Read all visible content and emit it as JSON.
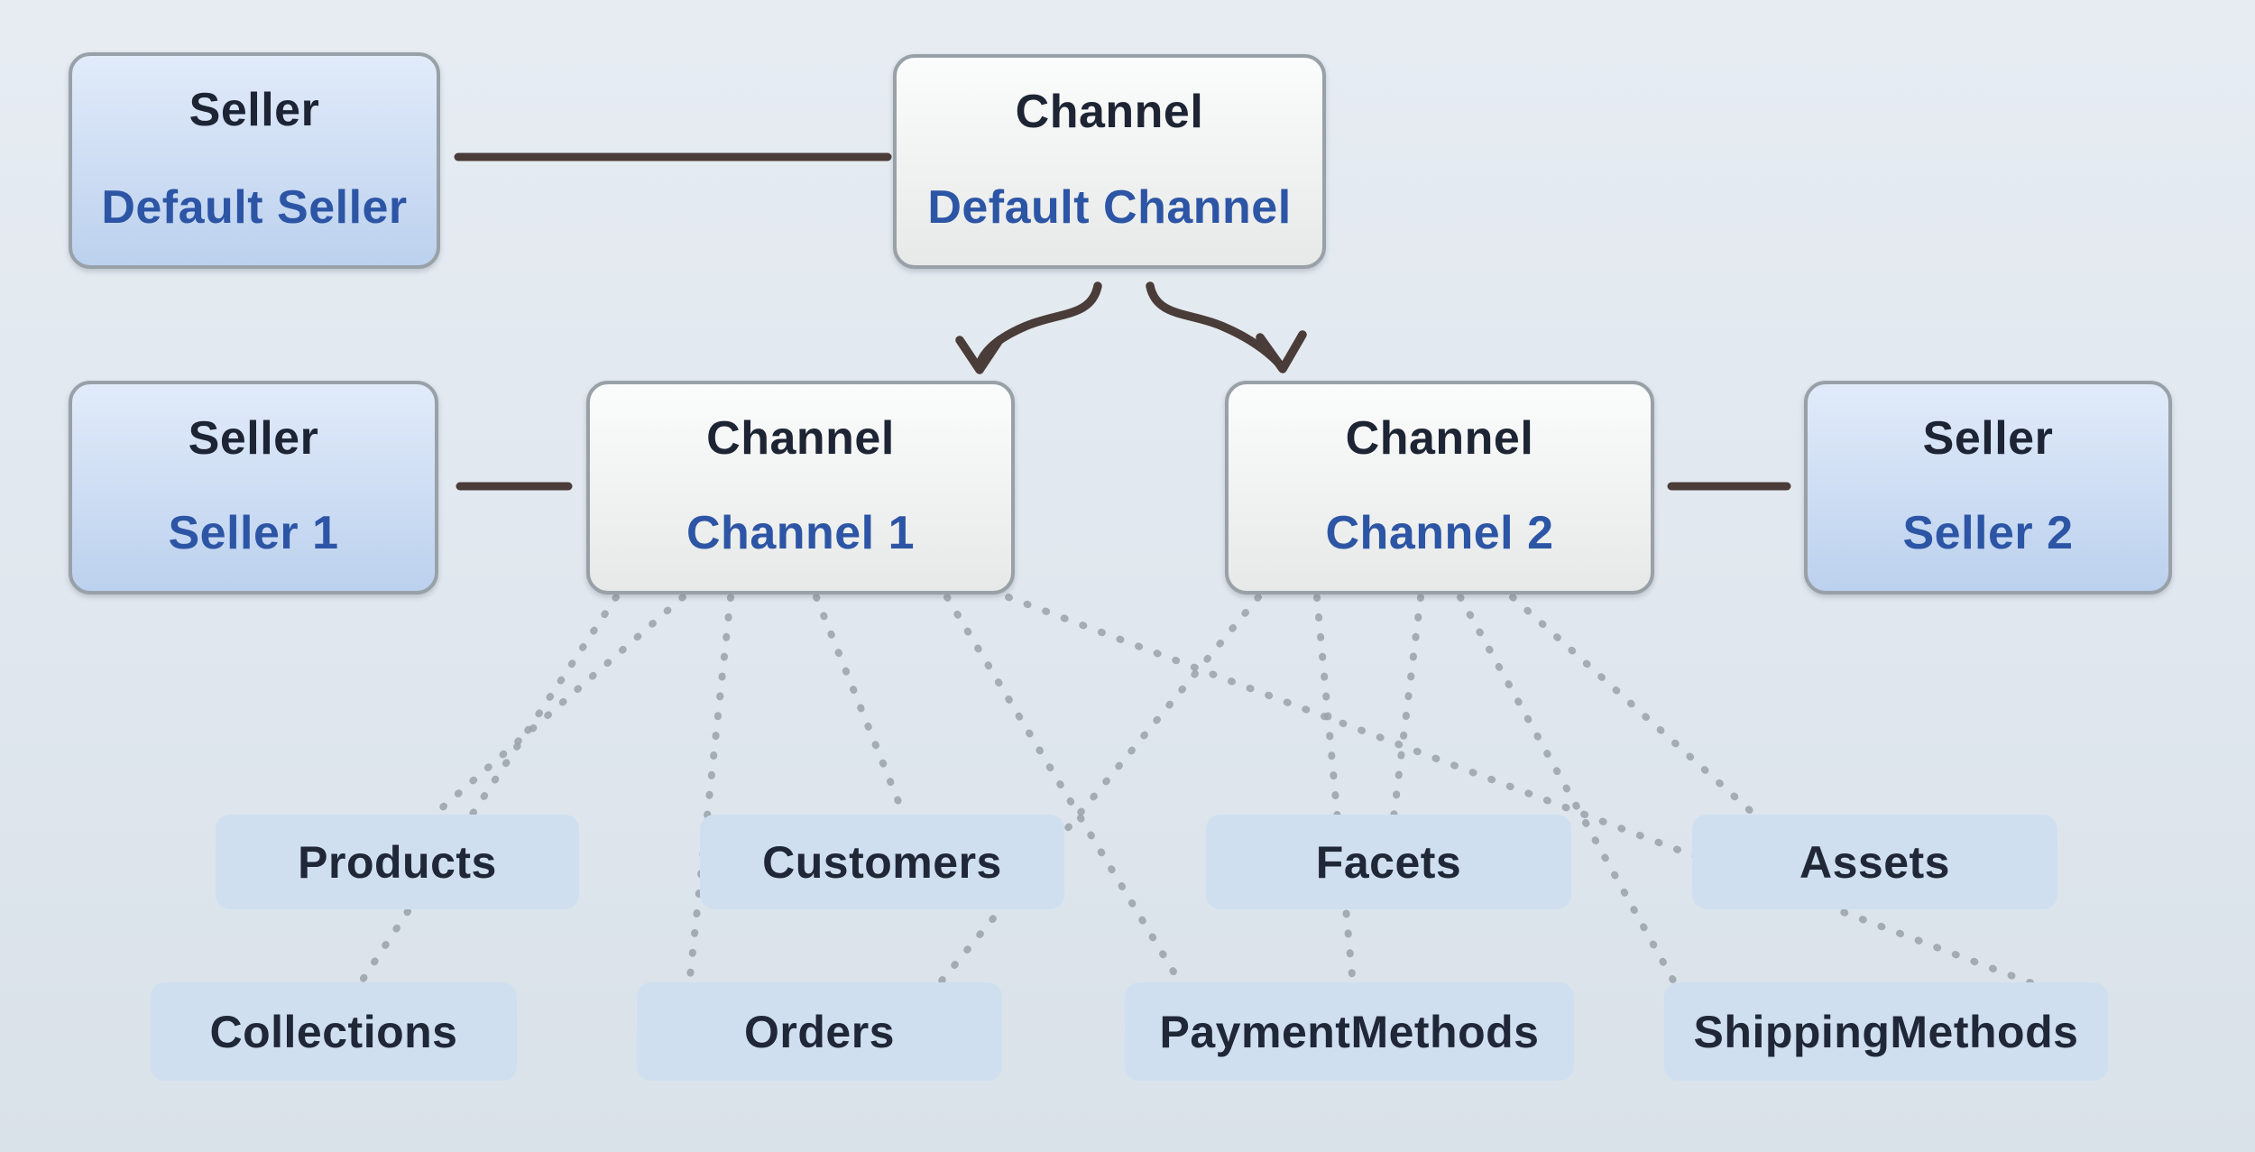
{
  "nodes": {
    "default_seller": {
      "type": "Seller",
      "name": "Default Seller"
    },
    "default_channel": {
      "type": "Channel",
      "name": "Default Channel"
    },
    "seller1": {
      "type": "Seller",
      "name": "Seller 1"
    },
    "channel1": {
      "type": "Channel",
      "name": "Channel 1"
    },
    "channel2": {
      "type": "Channel",
      "name": "Channel 2"
    },
    "seller2": {
      "type": "Seller",
      "name": "Seller 2"
    }
  },
  "entities": [
    {
      "label": "Products"
    },
    {
      "label": "Customers"
    },
    {
      "label": "Facets"
    },
    {
      "label": "Assets"
    },
    {
      "label": "Collections"
    },
    {
      "label": "Orders"
    },
    {
      "label": "PaymentMethods"
    },
    {
      "label": "ShippingMethods"
    }
  ],
  "edges": {
    "solid": [
      [
        "Default Seller",
        "Default Channel"
      ],
      [
        "Seller 1",
        "Channel 1"
      ],
      [
        "Channel 2",
        "Seller 2"
      ]
    ],
    "arrows": [
      [
        "Default Channel",
        "Channel 1"
      ],
      [
        "Default Channel",
        "Channel 2"
      ]
    ],
    "dotted": [
      [
        "Channel 1",
        "Products"
      ],
      [
        "Channel 1",
        "Collections"
      ],
      [
        "Channel 1",
        "Orders"
      ],
      [
        "Channel 1",
        "Customers"
      ],
      [
        "Channel 1",
        "PaymentMethods"
      ],
      [
        "Channel 1",
        "ShippingMethods"
      ],
      [
        "Channel 2",
        "Orders"
      ],
      [
        "Channel 2",
        "PaymentMethods"
      ],
      [
        "Channel 2",
        "Facets"
      ],
      [
        "Channel 2",
        "ShippingMethods"
      ],
      [
        "Channel 2",
        "Assets"
      ]
    ]
  },
  "colors": {
    "bgTop": "#e6ecf2",
    "bgBottom": "#d9e1e9",
    "line": "#4a3c38",
    "dot": "#9aa2a9",
    "border": "#99a1a8",
    "title": "#1d2433",
    "name": "#2d55a5",
    "sellerTop": "#e1ebfa",
    "sellerBottom": "#bcd1ee",
    "channelTop": "#fbfcfc",
    "channelBottom": "#e7e9e8",
    "entityBg": "#cfdff0",
    "entityText": "#202737"
  }
}
